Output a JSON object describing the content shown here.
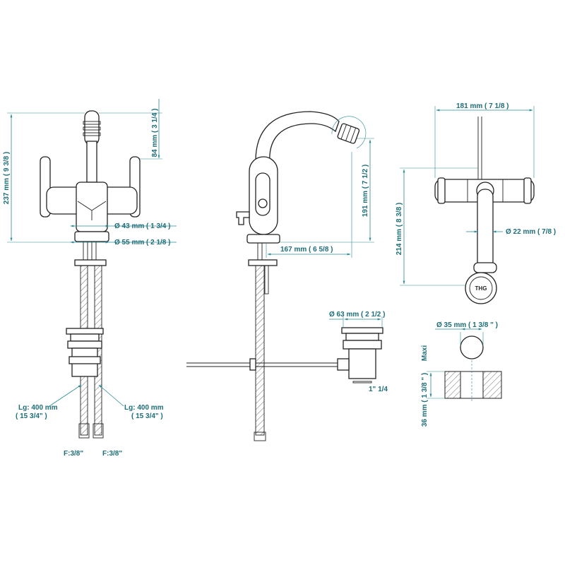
{
  "colors": {
    "dimension": "#1d6e78",
    "line": "#222222"
  },
  "front_view": {
    "height_total": "237 mm ( 9 3/8 )",
    "spout_height": "84 mm ( 3 1/4 )",
    "diameter_body": "Ø  43 mm ( 1 3/4 )",
    "diameter_base": "Ø  55 mm ( 2 1/8 )",
    "hose_left": "Lg: 400 mm",
    "hose_left_in": "( 15 3/4\" )",
    "hose_right": "Lg: 400 mm",
    "hose_right_in": "( 15 3/4\" )",
    "thread_left": "F:3/8\"",
    "thread_right": "F:3/8\""
  },
  "side_view": {
    "height": "191 mm ( 7 1/2 )",
    "reach": "167 mm ( 6 5/8 )",
    "waste_diameter": "Ø  63 mm ( 2 1/2 )",
    "waste_thread": "1\" 1/4"
  },
  "top_view": {
    "width": "181 mm ( 7 1/8 )",
    "depth": "214 mm ( 8 3/8 )",
    "spout_diameter": "Ø  22 mm ( 7/8 )",
    "logo": "THG"
  },
  "hole_view": {
    "hole_diameter": "Ø  35 mm ( 1 3/8 \" )",
    "maxi": "Maxi",
    "thickness": "36 mm ( 1 3/8 \" )"
  }
}
